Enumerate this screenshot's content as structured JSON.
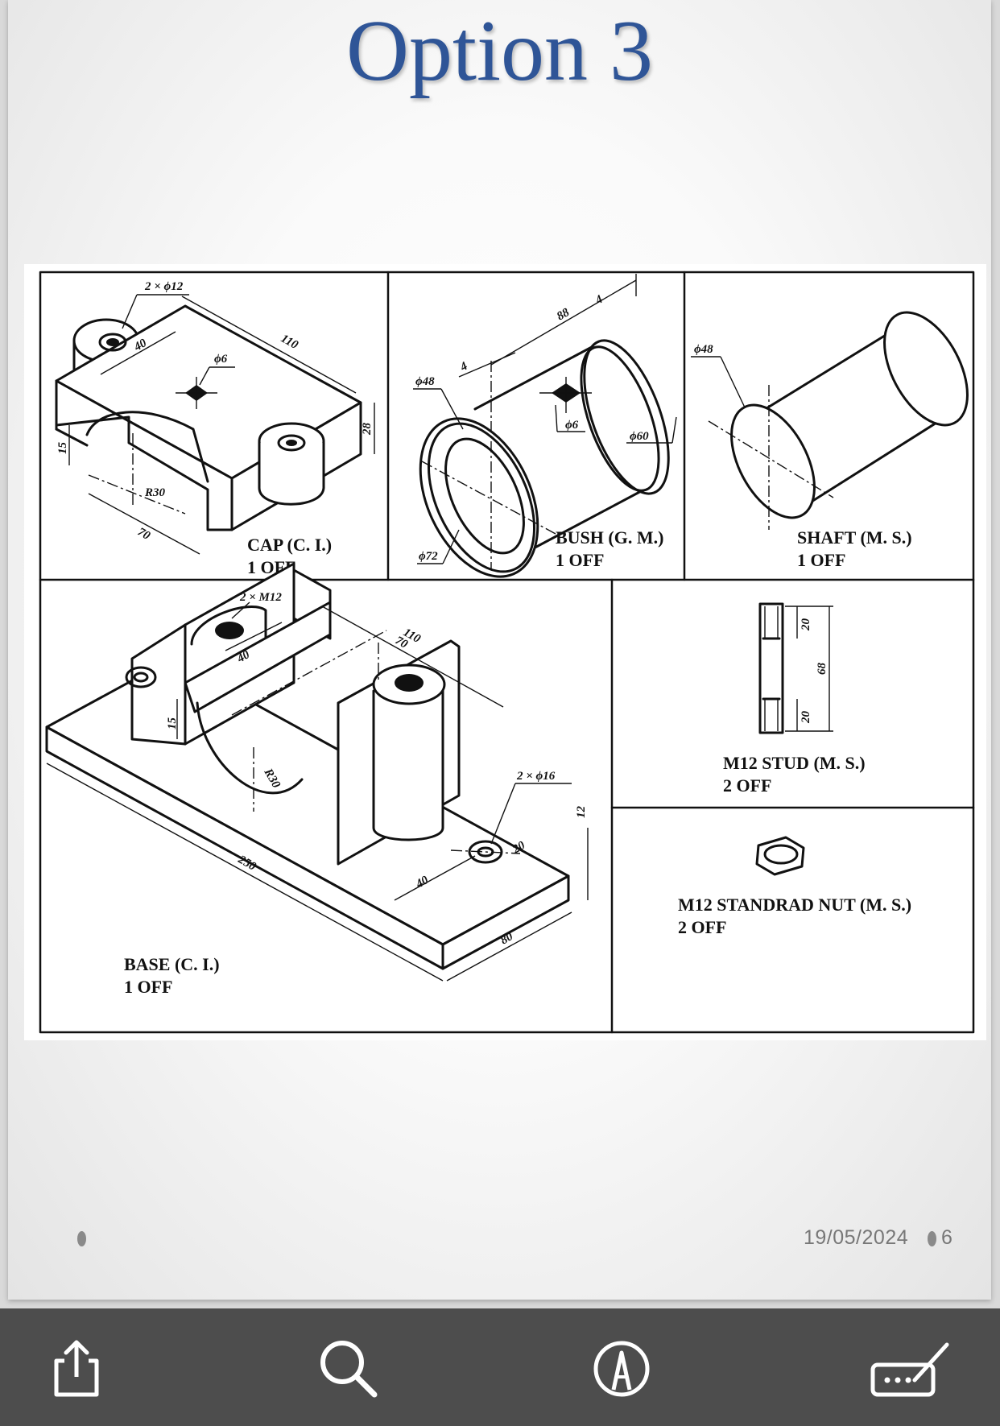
{
  "slide": {
    "title": "Option 3",
    "date": "19/05/2024",
    "page_number": "6"
  },
  "drawing": {
    "cells": {
      "cap": {
        "line1": "CAP (C. I.)",
        "line2": "1 OFF"
      },
      "bush": {
        "line1": "BUSH (G. M.)",
        "line2": "1 OFF"
      },
      "shaft": {
        "line1": "SHAFT (M. S.)",
        "line2": "1 OFF"
      },
      "base": {
        "line1": "BASE (C. I.)",
        "line2": "1 OFF"
      },
      "stud": {
        "line1": "M12 STUD (M. S.)",
        "line2": "2 OFF"
      },
      "nut": {
        "line1": "M12 STANDRAD NUT (M. S.)",
        "line2": "2 OFF"
      }
    },
    "dims": {
      "cap_holes": "2 × ϕ12",
      "cap_110": "110",
      "cap_40": "40",
      "cap_phi6": "ϕ6",
      "cap_28": "28",
      "cap_15": "15",
      "cap_r30": "R30",
      "cap_70": "70",
      "bush_88": "88",
      "bush_4a": "4",
      "bush_4b": "4",
      "bush_phi48": "ϕ48",
      "bush_phi6": "ϕ6",
      "bush_phi60": "ϕ60",
      "bush_phi72": "ϕ72",
      "shaft_phi48": "ϕ48",
      "base_m12": "2 × M12",
      "base_110": "110",
      "base_70": "70",
      "base_40a": "40",
      "base_15": "15",
      "base_r30": "R30",
      "base_250": "250",
      "base_16": "2 × ϕ16",
      "base_12": "12",
      "base_40b": "40",
      "base_20": "20",
      "base_80": "80",
      "stud_20a": "20",
      "stud_68": "68",
      "stud_20b": "20"
    }
  },
  "toolbar": {
    "share": "share-icon",
    "search": "search-icon",
    "markup": "markup-pen-icon",
    "edit": "keyboard-pen-icon"
  },
  "colors": {
    "title": "#2f5597",
    "toolbar": "#4d4d4d"
  }
}
